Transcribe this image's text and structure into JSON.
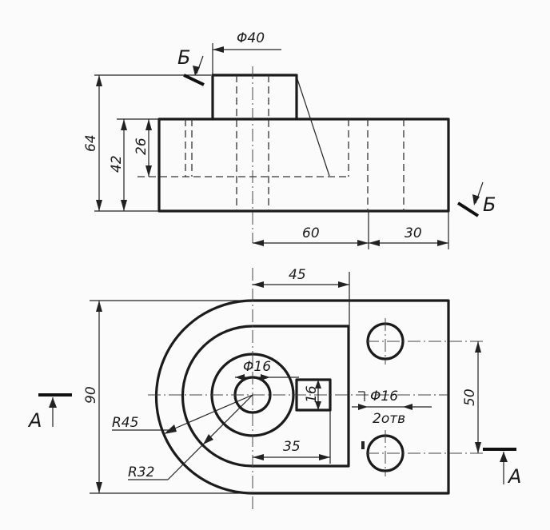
{
  "dimensions": {
    "phi40": "Φ40",
    "h64": "64",
    "h42": "42",
    "h26": "26",
    "w60": "60",
    "w30": "30",
    "w45": "45",
    "h90": "90",
    "phi16_center": "Φ16",
    "slot16": "16",
    "phi16_holes": "Φ16",
    "holes_count": "2отв",
    "d50": "50",
    "r45": "R45",
    "r32": "R32",
    "d35": "35"
  },
  "section_labels": {
    "b_top": "Б",
    "b_right": "Б",
    "a_left": "А",
    "a_right": "А"
  }
}
